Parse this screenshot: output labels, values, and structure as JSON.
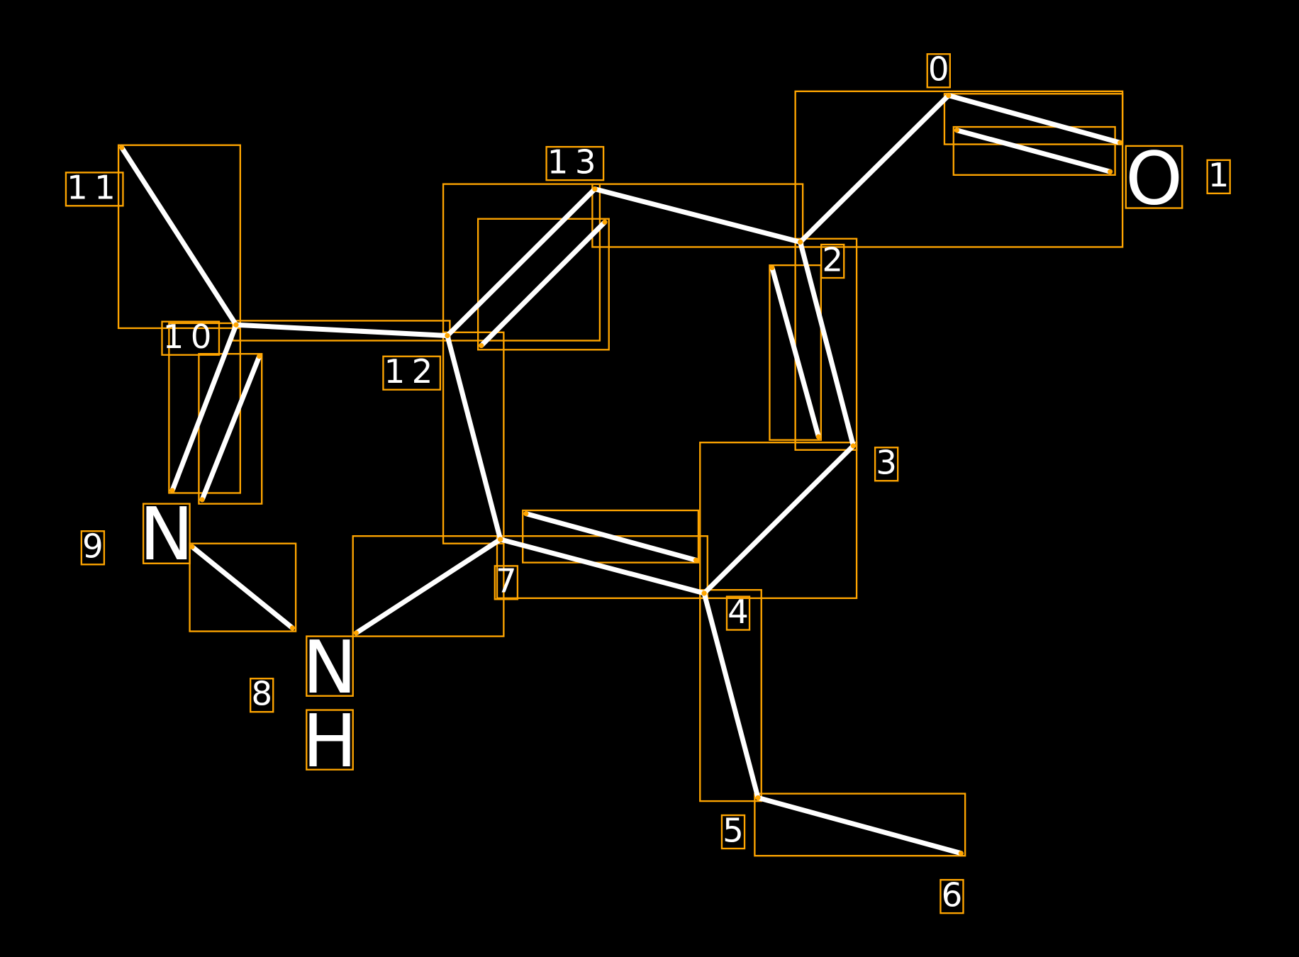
{
  "diagram": {
    "atoms": {
      "O": "O",
      "N9": "N",
      "N8": "N",
      "H8": "H"
    },
    "indices": [
      "0",
      "1",
      "2",
      "3",
      "4",
      "5",
      "6",
      "7",
      "8",
      "9",
      "10",
      "11",
      "12",
      "13"
    ],
    "colors": {
      "background": "#000000",
      "bond": "#FFFFFF",
      "box": "#FFA500"
    }
  }
}
